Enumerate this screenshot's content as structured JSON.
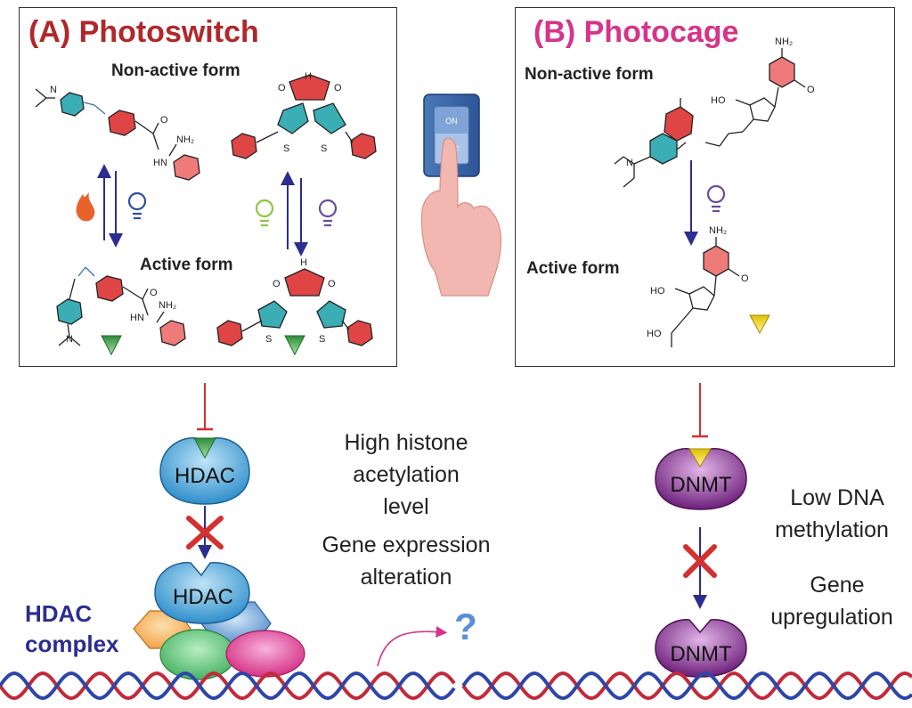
{
  "panel_a": {
    "title": "(A) Photoswitch",
    "non_active_label": "Non-active form",
    "active_label": "Active form",
    "atoms": {
      "nh2": "NH₂",
      "hn": "HN",
      "nh": "H",
      "n": "N",
      "o": "O",
      "s": "S"
    }
  },
  "panel_b": {
    "title": "(B) Photocage",
    "non_active_label": "Non-active form",
    "active_label": "Active form",
    "atoms": {
      "nh2": "NH₂",
      "ho": "HO",
      "hooc": "HO",
      "n": "N",
      "o": "O"
    }
  },
  "switch": {
    "on_label": "ON",
    "off_label": "OFF"
  },
  "bottom_left": {
    "enzyme_label": "HDAC",
    "complex_enzyme_label": "HDAC",
    "complex_label_line1": "HDAC",
    "complex_label_line2": "complex",
    "text_lines": [
      "High histone",
      "acetylation",
      "level",
      "Gene expression",
      "alteration"
    ],
    "question_mark": "?"
  },
  "bottom_right": {
    "enzyme_label": "DNMT",
    "lower_enzyme_label": "DNMT",
    "text_lines": [
      "Low DNA",
      "methylation",
      "Gene",
      "upregulation"
    ]
  },
  "colors": {
    "title_a": "#b0282a",
    "title_b": "#d6338a",
    "teal_ring": "#3aaeb4",
    "red_ring": "#e04545",
    "pink_ring": "#ee7a7a",
    "hdac_blue": "#4da8dc",
    "dnmt_purple": "#7b2a86",
    "inhibit_red": "#d33030",
    "arrow_blue": "#2b2d8f",
    "complex_blue": "#2b2d8f"
  }
}
